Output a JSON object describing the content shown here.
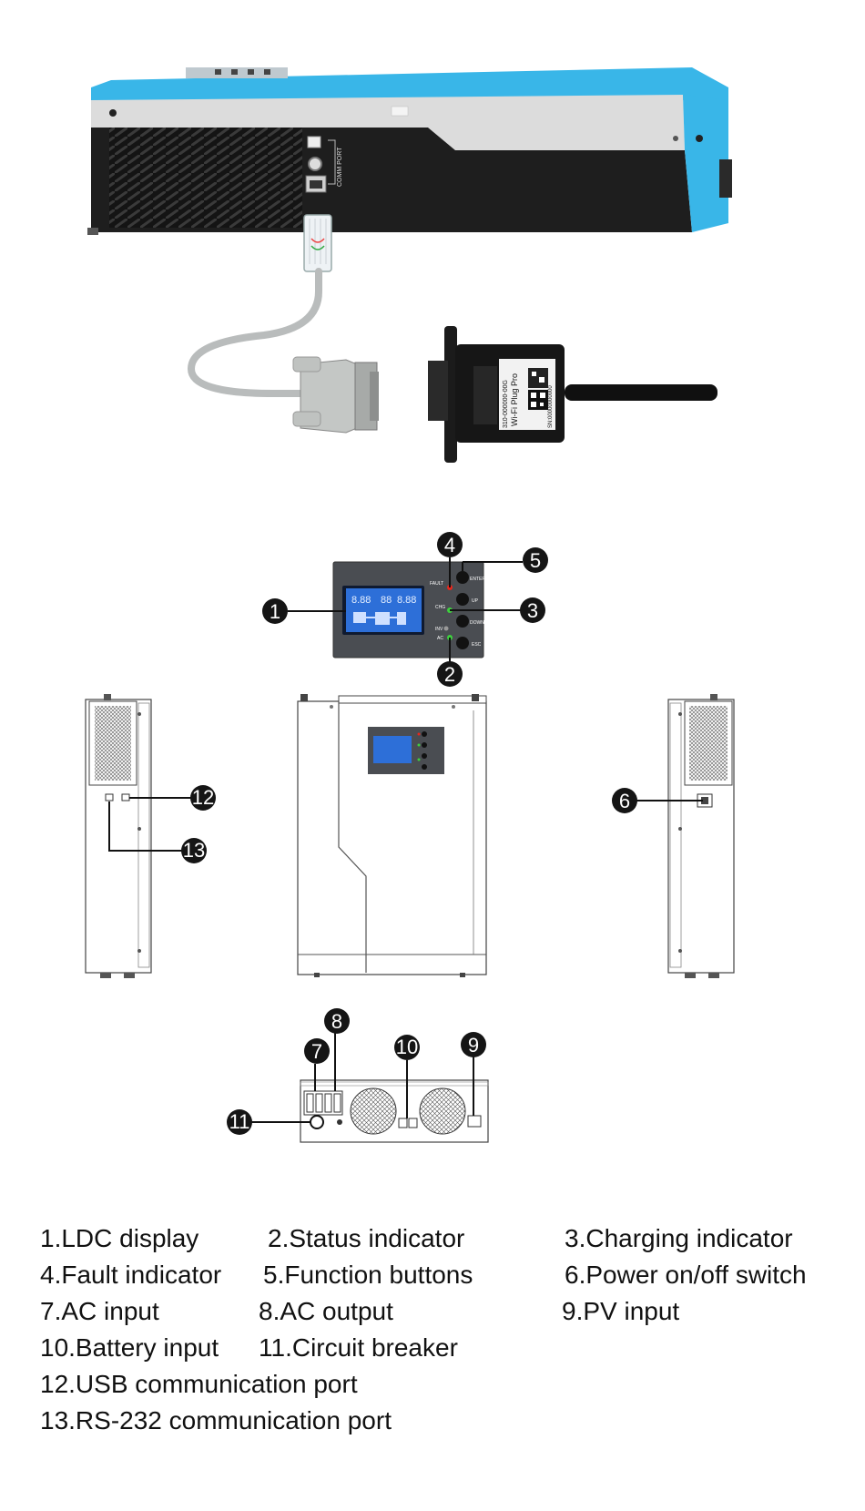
{
  "device_labels": {
    "comm_port": "COMM PORT",
    "wifi_plug": "Wi-Fi Plug Pro",
    "wifi_serial": "310-000000-00G",
    "wifi_sn": "SN:00000000000",
    "panel_fault": "FAULT",
    "panel_chg": "CHG",
    "panel_inv": "INV",
    "panel_ac": "AC",
    "btn_enter": "ENTER",
    "btn_up": "UP",
    "btn_down": "DOWN",
    "btn_esc": "ESC"
  },
  "callouts": [
    "1",
    "2",
    "3",
    "4",
    "5",
    "6",
    "7",
    "8",
    "9",
    "10",
    "11",
    "12",
    "13"
  ],
  "legend": [
    "1.LDC display",
    "2.Status indicator",
    "3.Charging indicator",
    "4.Fault indicator",
    "5.Function buttons",
    "6.Power on/off switch",
    "7.AC input",
    "8.AC output",
    "9.PV input",
    "10.Battery input",
    "11.Circuit breaker",
    "12.USB communication port",
    "13.RS-232 communication port"
  ],
  "colors": {
    "accent_blue": "#39b6e8",
    "body_black": "#1e1e1e",
    "panel_grey": "#4a4d52",
    "lcd_blue": "#2d6fd8",
    "fault_led": "#e8261c",
    "status_led": "#3ecf3e",
    "cable_grey": "#b9bcbc"
  }
}
